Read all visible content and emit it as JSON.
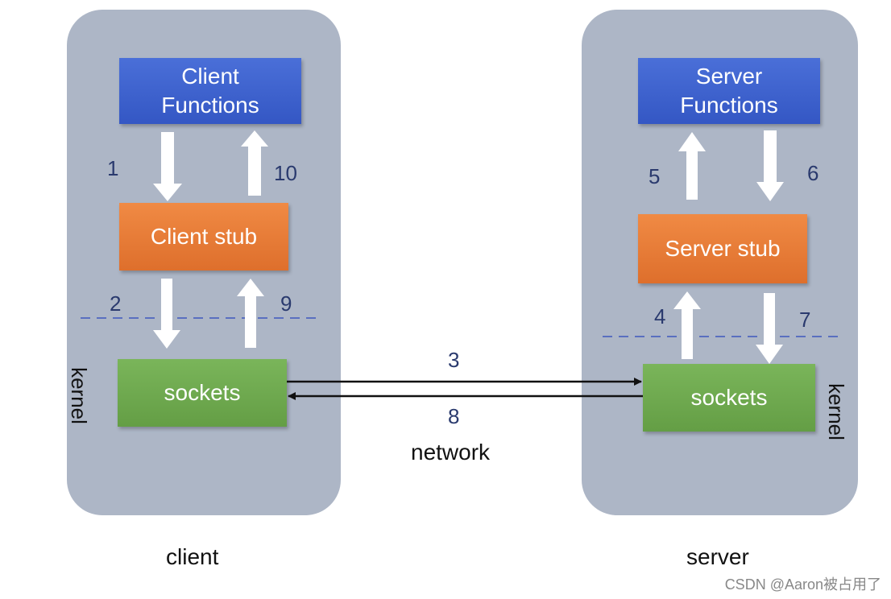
{
  "client": {
    "functions_label": "Client\nFunctions",
    "stub_label": "Client stub",
    "sockets_label": "sockets",
    "kernel_label": "kernel",
    "caption": "client"
  },
  "server": {
    "functions_label": "Server\nFunctions",
    "stub_label": "Server stub",
    "sockets_label": "sockets",
    "kernel_label": "kernel",
    "caption": "server"
  },
  "steps": {
    "s1": "1",
    "s2": "2",
    "s3": "3",
    "s4": "4",
    "s5": "5",
    "s6": "6",
    "s7": "7",
    "s8": "8",
    "s9": "9",
    "s10": "10"
  },
  "network_label": "network",
  "watermark": "CSDN @Aaron被占用了",
  "colors": {
    "panel": "#adb6c6",
    "functions": "#3d62cc",
    "stub": "#e67a36",
    "sockets": "#6fa94f",
    "step_numbers": "#2a3a6e",
    "divider": "#5a6fc0"
  }
}
